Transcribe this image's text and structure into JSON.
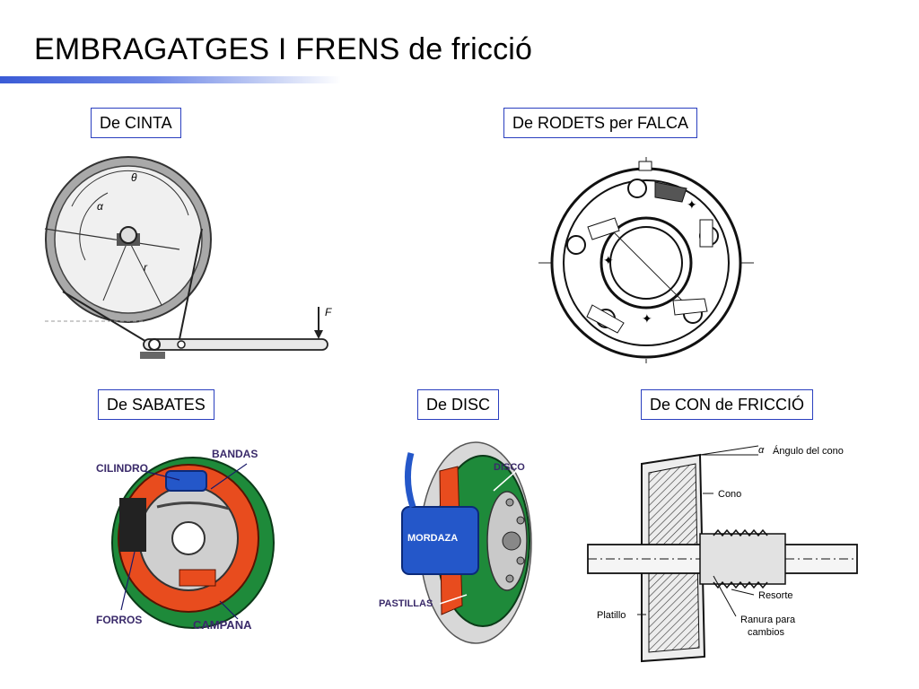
{
  "slide": {
    "title": "EMBRAGATGES I FRENS de fricció"
  },
  "labels": {
    "cinta": "De CINTA",
    "rodets": "De RODETS per FALCA",
    "sabates": "De SABATES",
    "disc": "De DISC",
    "con": "De CON de FRICCIÓ"
  },
  "cinta_fig": {
    "theta": "θ",
    "alpha": "α",
    "r": "r",
    "force": "F"
  },
  "sabates_fig": {
    "cilindro": "CILINDRO",
    "bandas": "BANDAS",
    "forros": "FORROS",
    "campana": "CAMPANA"
  },
  "disc_fig": {
    "disco": "DISCO",
    "mordaza": "MORDAZA",
    "pastillas": "PASTILLAS"
  },
  "con_fig": {
    "alpha": "α",
    "angulo": "Ángulo del cono",
    "cono": "Cono",
    "resorte": "Resorte",
    "platillo": "Platillo",
    "ranura1": "Ranura para",
    "ranura2": "cambios"
  }
}
